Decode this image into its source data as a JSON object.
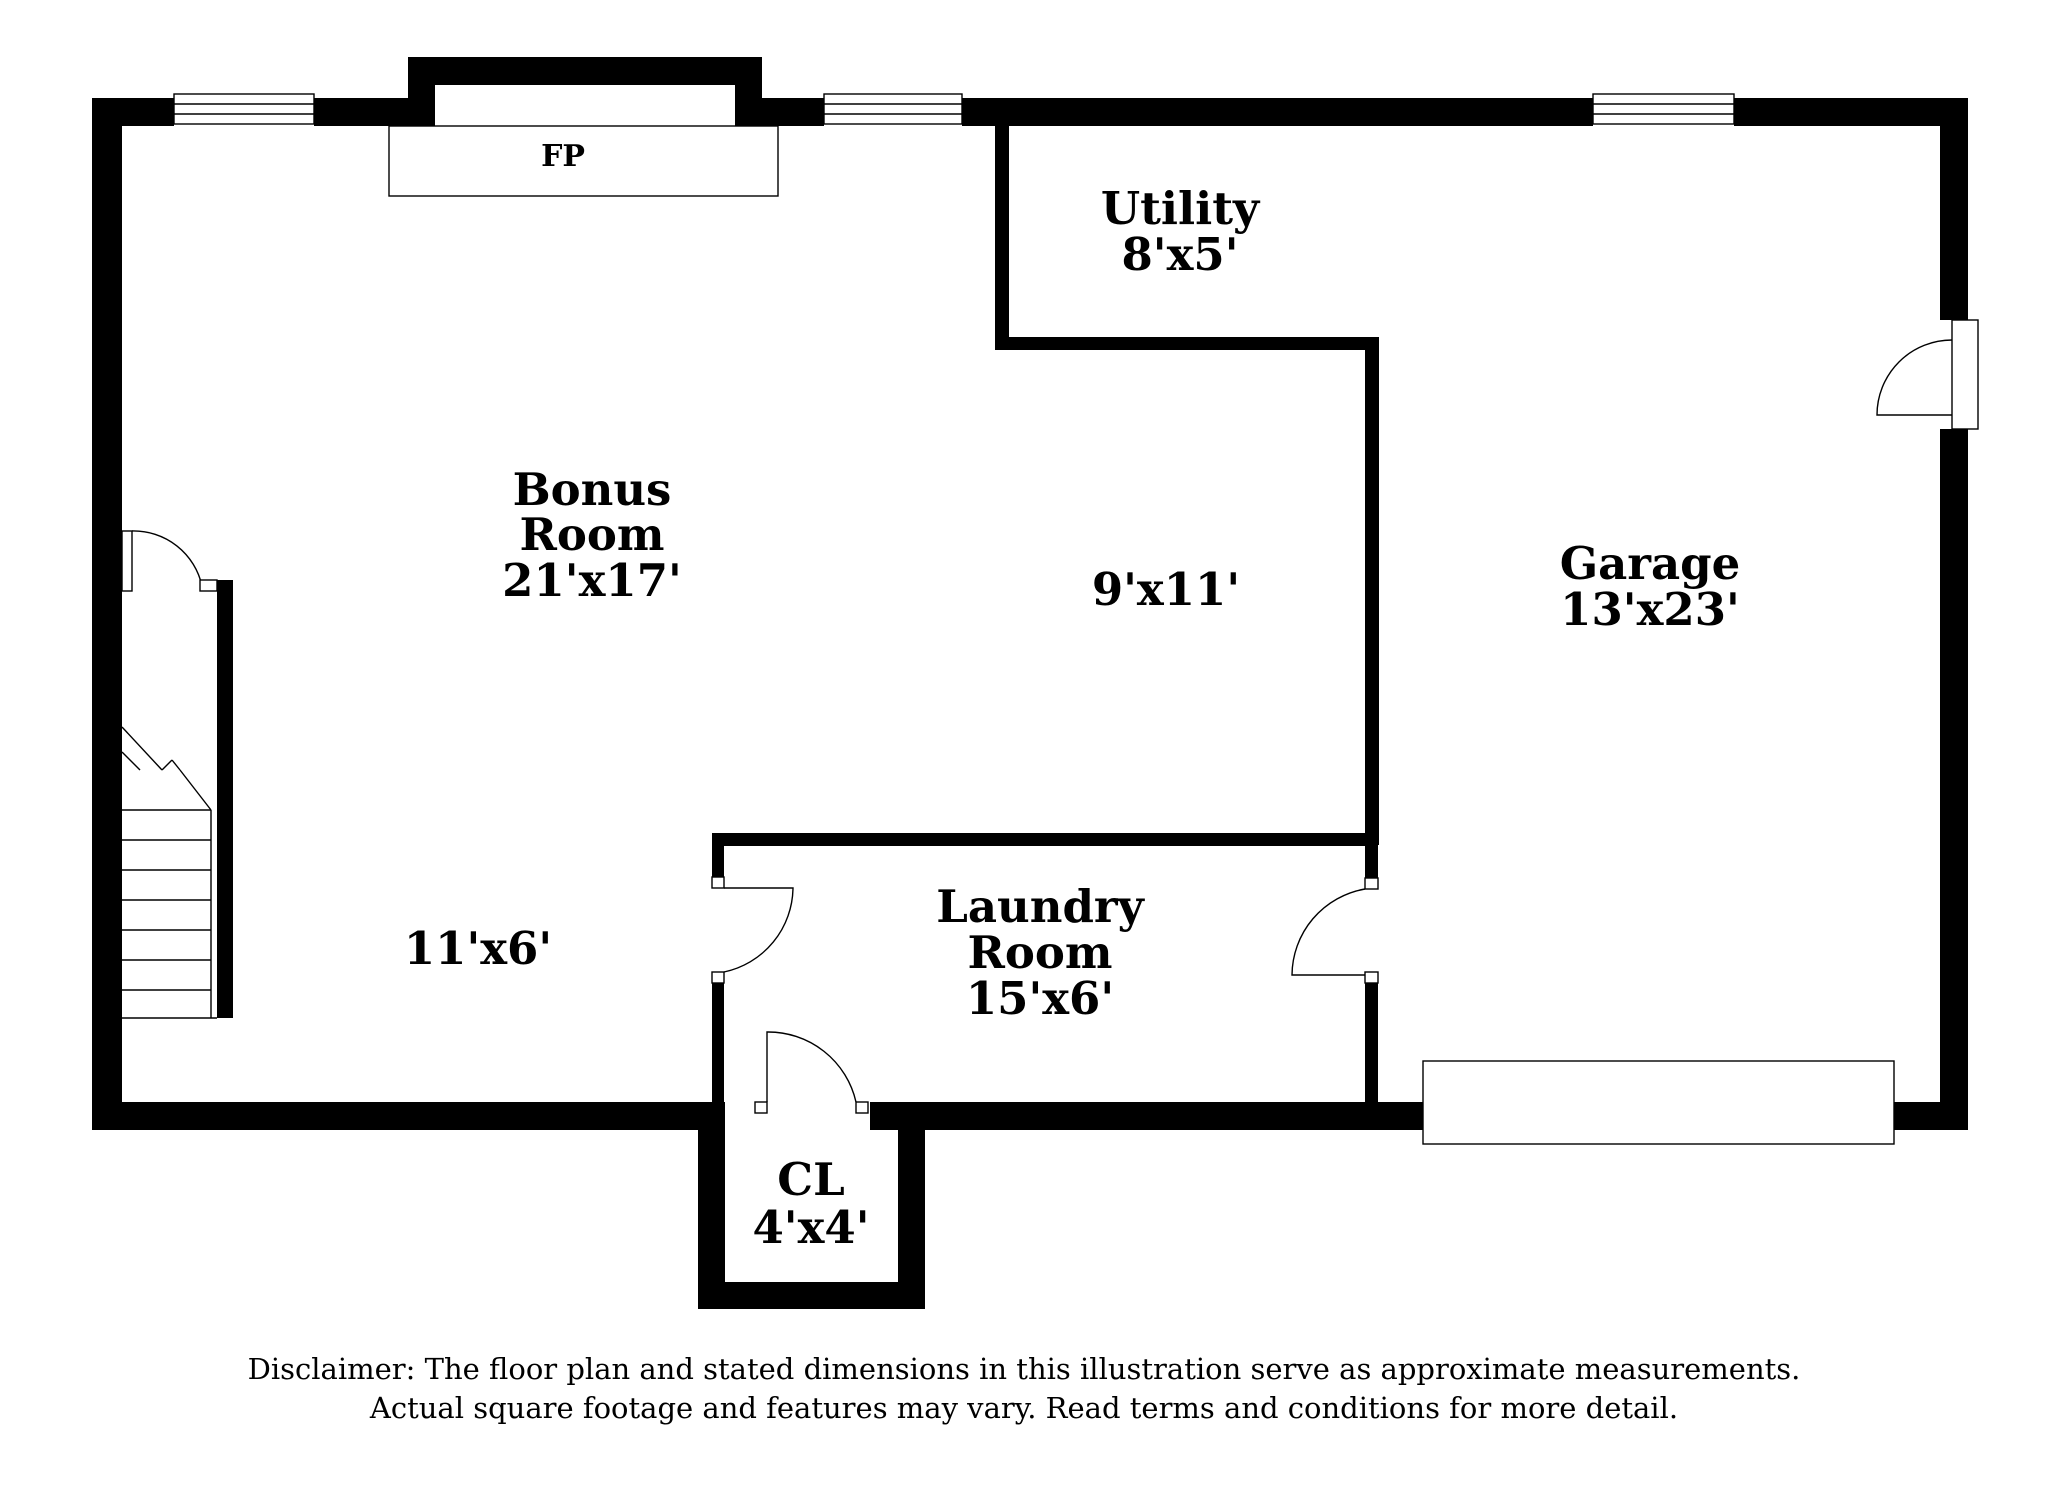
{
  "rooms": [
    {
      "id": "bonus",
      "name_line1": "Bonus",
      "name_line2": "Room",
      "dims": "21'x17'"
    },
    {
      "id": "utility",
      "name": "Utility",
      "dims": "8'x5'"
    },
    {
      "id": "garage",
      "name": "Garage",
      "dims": "13'x23'"
    },
    {
      "id": "laundry",
      "name_line1": "Laundry",
      "name_line2": "Room",
      "dims": "15'x6'"
    },
    {
      "id": "closet",
      "name": "CL",
      "dims": "4'x4'"
    }
  ],
  "area_dims": {
    "center": "9'x11'",
    "lower_left": "11'x6'"
  },
  "features": {
    "fireplace": "FP"
  },
  "disclaimer": {
    "line1": "Disclaimer: The floor plan and stated dimensions in this illustration serve as approximate measurements.",
    "line2": "Actual square footage and features may vary. Read terms and conditions for more detail."
  }
}
